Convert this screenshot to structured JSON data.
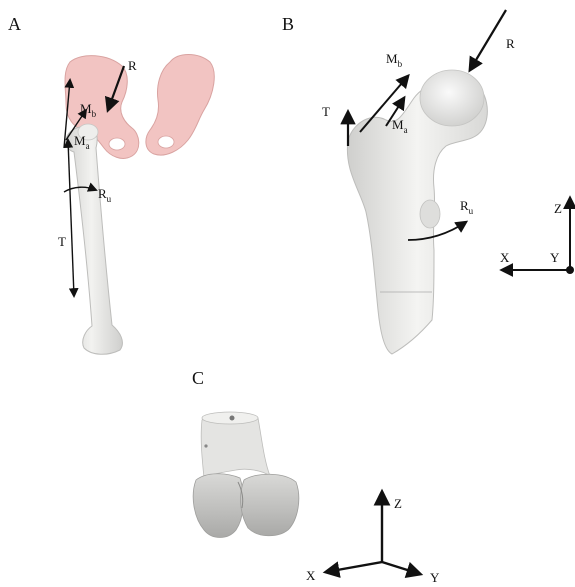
{
  "panels": {
    "a": {
      "letter": "A",
      "labels": {
        "r": "R",
        "mb_main": "M",
        "mb_sub": "b",
        "ma_main": "M",
        "ma_sub": "a",
        "ru_main": "R",
        "ru_sub": "u",
        "t": "T"
      }
    },
    "b": {
      "letter": "B",
      "labels": {
        "r": "R",
        "mb_main": "M",
        "mb_sub": "b",
        "ma_main": "M",
        "ma_sub": "a",
        "ru_main": "R",
        "ru_sub": "u",
        "t": "T"
      },
      "axes": {
        "z": "Z",
        "x": "X",
        "y": "Y"
      }
    },
    "c": {
      "letter": "C",
      "axes": {
        "z": "Z",
        "x": "X",
        "y": "Y"
      }
    }
  },
  "colors": {
    "pelvis": "#f2c4c2",
    "bone": "#e9e9e7",
    "bone_shadow": "#c9c9c7",
    "arrow": "#111111"
  }
}
